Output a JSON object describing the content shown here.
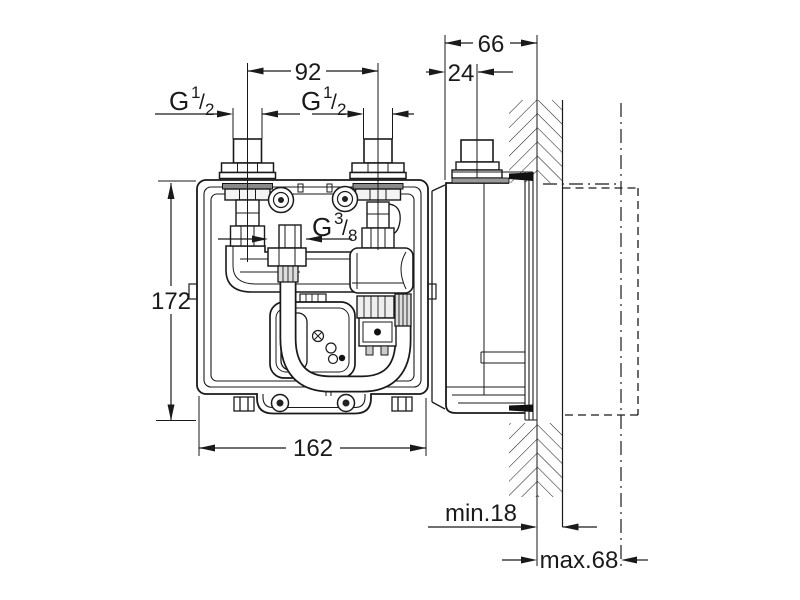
{
  "drawing": {
    "front_view": {
      "dim_port_spacing": "92",
      "dim_height": "172",
      "dim_width": "162",
      "inlet_thread_left": {
        "g": "G",
        "num": "1",
        "slash": "/",
        "den": "2"
      },
      "inlet_thread_right": {
        "g": "G",
        "num": "1",
        "slash": "/",
        "den": "2"
      },
      "outlet_thread": {
        "g": "G",
        "num": "3",
        "slash": "/",
        "den": "8"
      }
    },
    "side_view": {
      "dim_depth": "66",
      "dim_center_offset": "24",
      "dim_min_wall": "min.18",
      "dim_max_wall": "max.68"
    },
    "colors": {
      "line": "#1a1a1a",
      "seal": "#111111",
      "shade": "#8a8a8a",
      "light_shade": "#e9e9e9",
      "background": "#ffffff"
    }
  }
}
